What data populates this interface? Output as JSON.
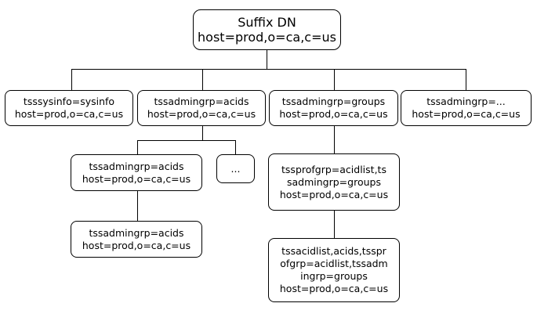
{
  "nodes": {
    "root": {
      "text": "Suffix DN\nhost=prod,o=ca,c=us"
    },
    "sysinfo": {
      "text": "tsssysinfo=sysinfo\nhost=prod,o=ca,c=us"
    },
    "acids": {
      "text": "tssadmingrp=acids\nhost=prod,o=ca,c=us"
    },
    "groups": {
      "text": "tssadmingrp=groups\nhost=prod,o=ca,c=us"
    },
    "more_admingrp": {
      "text": "tssadmingrp=...\nhost=prod,o=ca,c=us"
    },
    "acids_child1": {
      "text": "tssadmingrp=acids\nhost=prod,o=ca,c=us"
    },
    "acids_child2": {
      "text": "..."
    },
    "acids_grandchild": {
      "text": "tssadmingrp=acids\nhost=prod,o=ca,c=us"
    },
    "profgrp": {
      "text": "tssprofgrp=acidlist,ts\nsadmingrp=groups\nhost=prod,o=ca,c=us"
    },
    "acidlist": {
      "text": "tssacidlist,acids,tsspr\nofgrp=acidlist,tssadm\ningrp=groups\nhost=prod,o=ca,c=us"
    }
  }
}
